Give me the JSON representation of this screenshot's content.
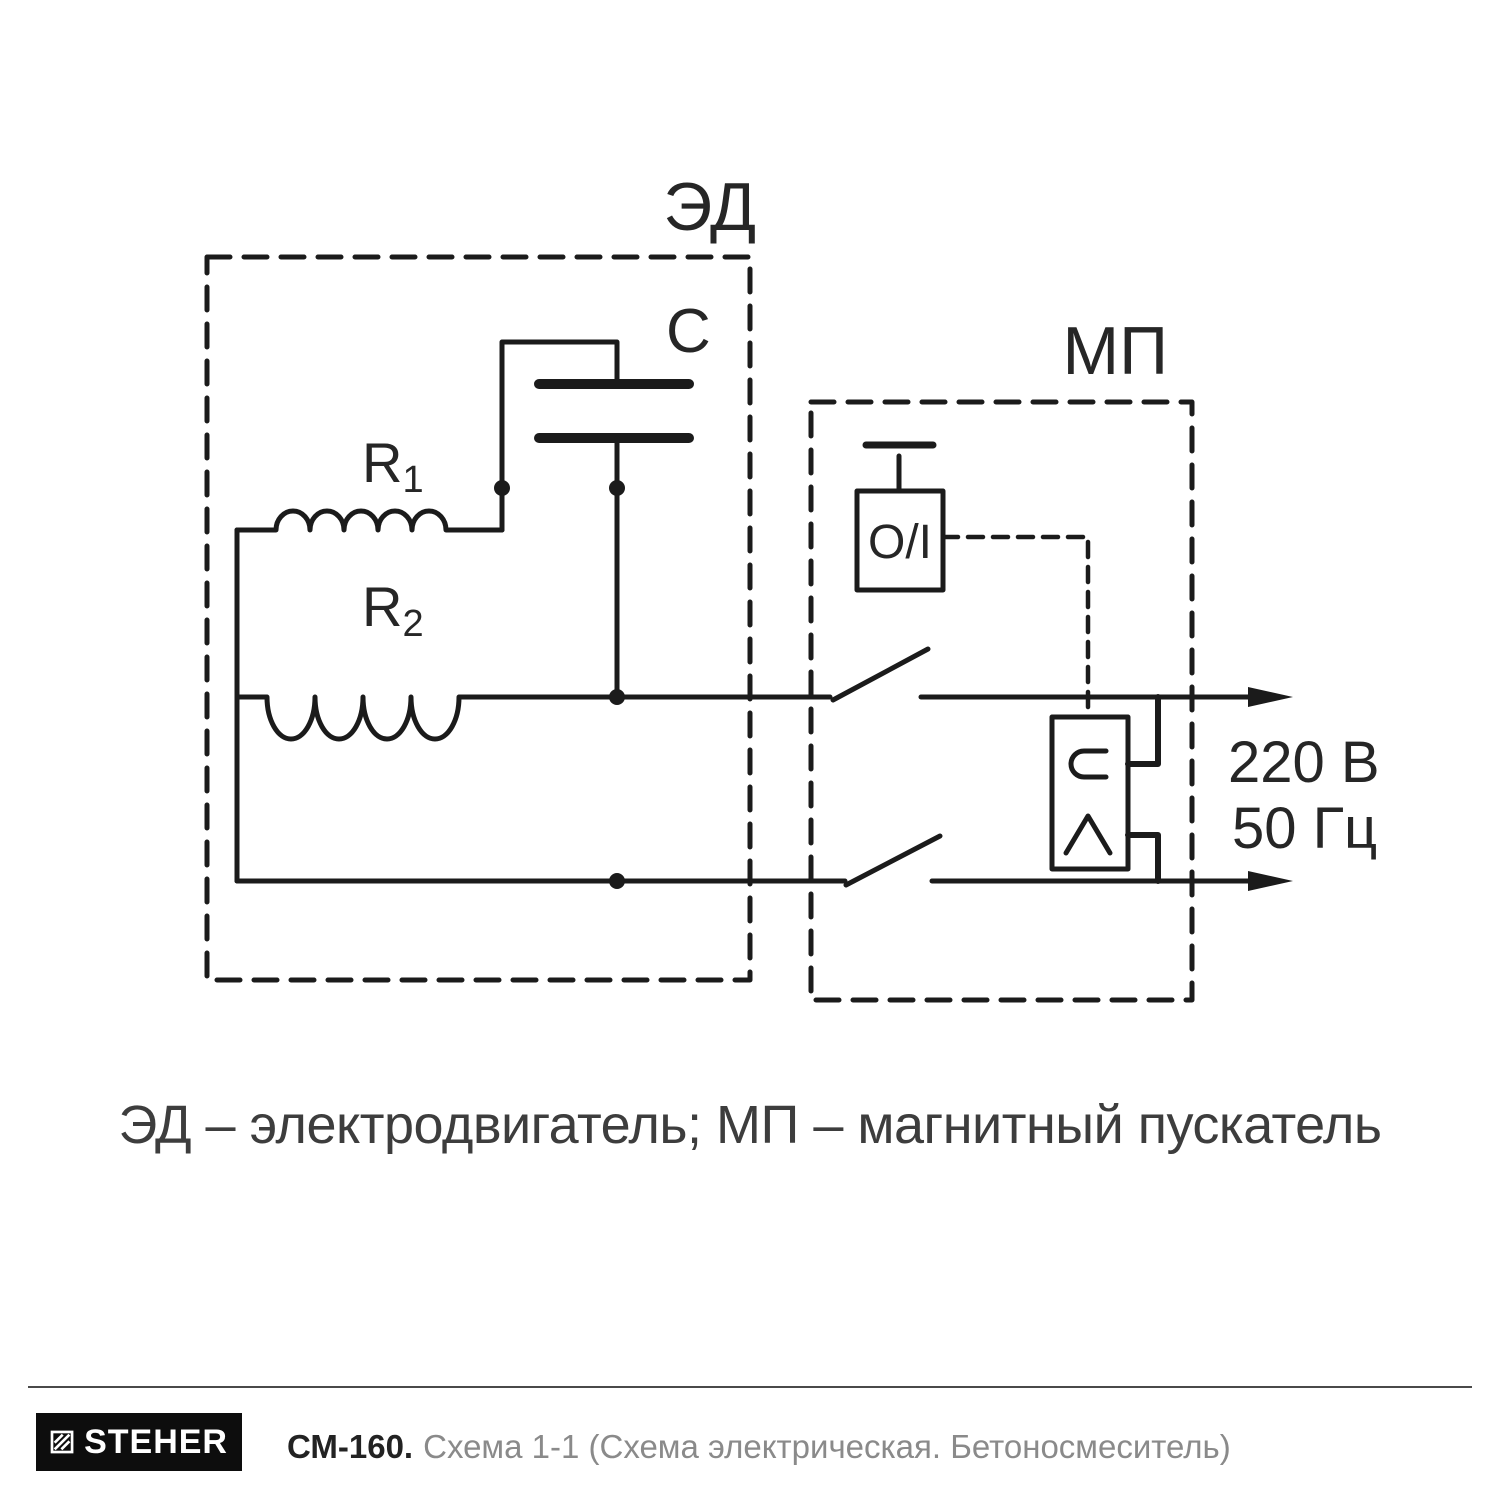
{
  "diagram": {
    "motor_box_label": "ЭД",
    "starter_box_label": "МП",
    "capacitor_label": "C",
    "winding1": {
      "base": "R",
      "sub": "1"
    },
    "winding2": {
      "base": "R",
      "sub": "2"
    },
    "button_label": "O/I",
    "supply": {
      "voltage": "220 В",
      "frequency": "50 Гц"
    }
  },
  "caption": "ЭД – электродвигатель; МП – магнитный пускатель",
  "footer": {
    "brand": "STEHER",
    "model": "СМ-160.",
    "description": "Схема 1-1 (Схема электрическая. Бетоносмеситель)"
  },
  "colors": {
    "line": "#1b1b1b",
    "label_text": "#262626",
    "caption_text": "#3d3d3d",
    "footer_muted": "#8a8a8a",
    "logo_bg": "#0d0d0d"
  }
}
